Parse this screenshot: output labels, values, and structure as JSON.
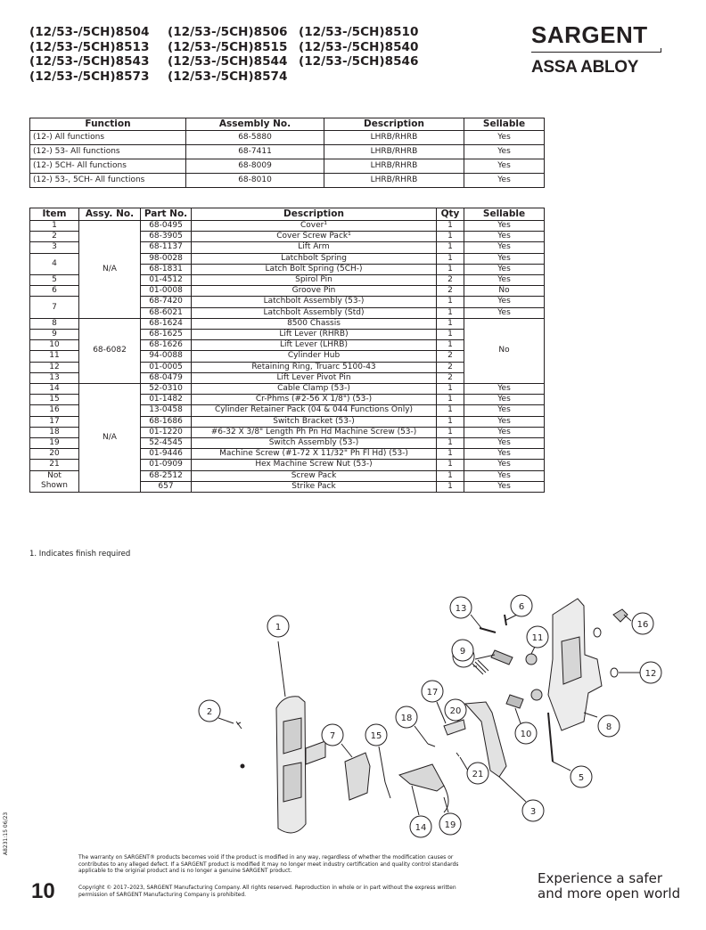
{
  "models": [
    "(12/53-/5CH)8504",
    "(12/53-/5CH)8506",
    "(12/53-/5CH)8510",
    "(12/53-/5CH)8513",
    "(12/53-/5CH)8515",
    "(12/53-/5CH)8540",
    "(12/53-/5CH)8543",
    "(12/53-/5CH)8544",
    "(12/53-/5CH)8546",
    "(12/53-/5CH)8573",
    "(12/53-/5CH)8574",
    ""
  ],
  "brand": {
    "name": "SARGENT",
    "parent": "ASSA ABLOY"
  },
  "function_table": {
    "headers": [
      "Function",
      "Assembly No.",
      "Description",
      "Sellable"
    ],
    "rows": [
      [
        "(12-) All functions",
        "68-5880",
        "LHRB/RHRB",
        "Yes"
      ],
      [
        "(12-) 53- All functions",
        "68-7411",
        "LHRB/RHRB",
        "Yes"
      ],
      [
        "(12-) 5CH- All functions",
        "68-8009",
        "LHRB/RHRB",
        "Yes"
      ],
      [
        "(12-) 53-, 5CH- All functions",
        "68-8010",
        "LHRB/RHRB",
        "Yes"
      ]
    ]
  },
  "parts_table": {
    "headers": [
      "Item",
      "Assy. No.",
      "Part No.",
      "Description",
      "Qty",
      "Sellable"
    ],
    "assy_groups": [
      "N/A",
      "68-6082",
      "N/A"
    ],
    "items": [
      "1",
      "2",
      "3",
      "4",
      "5",
      "6",
      "7",
      "8",
      "9",
      "10",
      "11",
      "12",
      "13",
      "14",
      "15",
      "16",
      "17",
      "18",
      "19",
      "20",
      "21",
      "Not Shown"
    ],
    "rows": [
      [
        "68-0495",
        "Cover¹",
        "1",
        "Yes"
      ],
      [
        "68-3905",
        "Cover Screw Pack¹",
        "1",
        "Yes"
      ],
      [
        "68-1137",
        "Lift Arm",
        "1",
        "Yes"
      ],
      [
        "98-0028",
        "Latchbolt Spring",
        "1",
        "Yes"
      ],
      [
        "68-1831",
        "Latch Bolt Spring (5CH-)",
        "1",
        "Yes"
      ],
      [
        "01-4512",
        "Spirol Pin",
        "2",
        "Yes"
      ],
      [
        "01-0008",
        "Groove Pin",
        "2",
        "No"
      ],
      [
        "68-7420",
        "Latchbolt Assembly (53-)",
        "1",
        "Yes"
      ],
      [
        "68-6021",
        "Latchbolt Assembly (Std)",
        "1",
        "Yes"
      ],
      [
        "68-1624",
        "8500 Chassis",
        "1",
        ""
      ],
      [
        "68-1625",
        "Lift Lever (RHRB)",
        "1",
        ""
      ],
      [
        "68-1626",
        "Lift Lever (LHRB)",
        "1",
        ""
      ],
      [
        "94-0088",
        "Cylinder Hub",
        "2",
        ""
      ],
      [
        "01-0005",
        "Retaining Ring, Truarc 5100-43",
        "2",
        ""
      ],
      [
        "68-0479",
        "Lift Lever Pivot Pin",
        "2",
        ""
      ],
      [
        "52-0310",
        "Cable Clamp (53-)",
        "1",
        "Yes"
      ],
      [
        "01-1482",
        "Cr-Phms (#2-56 X 1/8\") (53-)",
        "1",
        "Yes"
      ],
      [
        "13-0458",
        "Cylinder Retainer Pack (04 & 044 Functions Only)",
        "1",
        "Yes"
      ],
      [
        "68-1686",
        "Switch Bracket (53-)",
        "1",
        "Yes"
      ],
      [
        "01-1220",
        "#6-32 X 3/8\" Length Ph Pn Hd Machine Screw (53-)",
        "1",
        "Yes"
      ],
      [
        "52-4545",
        "Switch Assembly (53-)",
        "1",
        "Yes"
      ],
      [
        "01-9446",
        "Machine Screw (#1-72 X 11/32\" Ph Fl Hd) (53-)",
        "1",
        "Yes"
      ],
      [
        "01-0909",
        "Hex Machine Screw Nut (53-)",
        "1",
        "Yes"
      ],
      [
        "68-2512",
        "Screw Pack",
        "1",
        "Yes"
      ],
      [
        "657",
        "Strike Pack",
        "1",
        "Yes"
      ]
    ],
    "group_sellable": "No"
  },
  "footnote": "1. Indicates finish required",
  "callouts": [
    "1",
    "2",
    "3",
    "4",
    "5",
    "6",
    "7",
    "8",
    "9",
    "10",
    "11",
    "12",
    "13",
    "14",
    "15",
    "16",
    "17",
    "18",
    "19",
    "20",
    "21"
  ],
  "warranty": "The warranty on SARGENT® products becomes void if the product is modified in any way, regardless of whether the modification causes or contributes to any alleged defect. If a SARGENT product is modified it may no longer meet industry certification and quality control standards applicable to the original product and is no longer a genuine SARGENT product.",
  "copyright": "Copyright © 2017–2023, SARGENT Manufacturing Company. All rights reserved. Reproduction in whole or in part without the express written permission of SARGENT Manufacturing Company is prohibited.",
  "page_number": "10",
  "tagline_1": "Experience a safer",
  "tagline_2": "and more open world",
  "doc_id": "A8231:15  06/23"
}
